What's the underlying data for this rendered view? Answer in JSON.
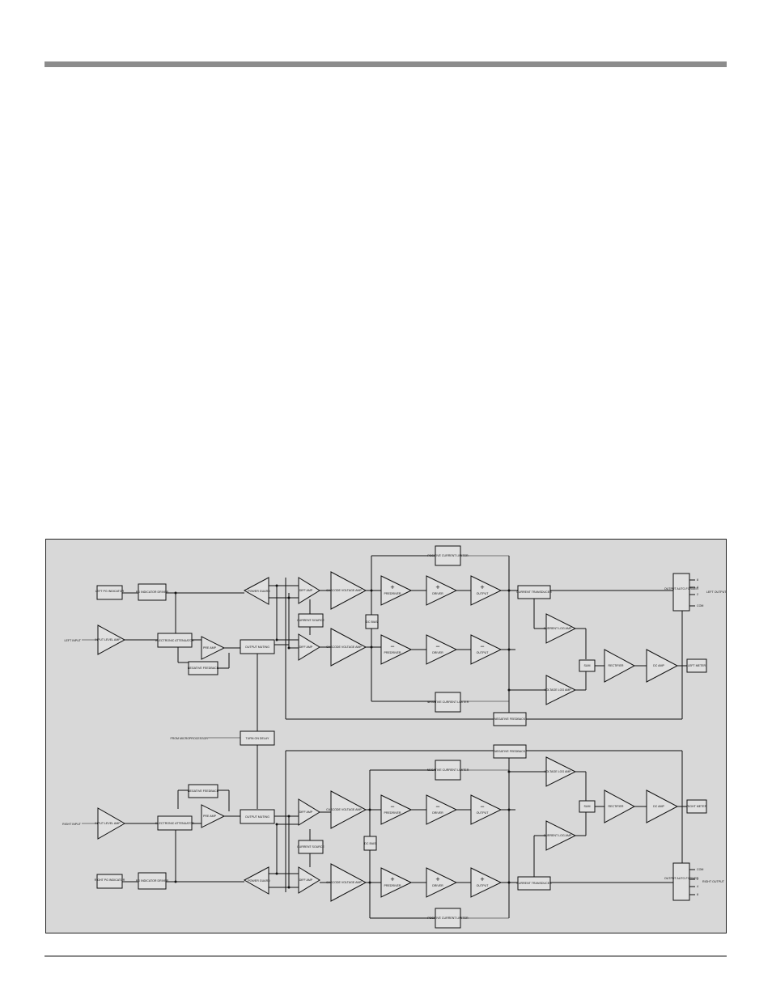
{
  "diagram": {
    "left_channel": {
      "pg_indicator": "LEFT PG INDICATOR",
      "pg_driver": "PG INDICATOR DRIVER",
      "input_label": "LEFT INPUT",
      "input_level_amp": "INPUT LEVEL AMP",
      "electronic_attenuator": "ELECTRONIC ATTENUATOR",
      "pre_amp": "PRE AMP",
      "negative_feedback_pre": "NEGATIVE FEEDBACK",
      "output_muting": "OUTPUT MUTING",
      "power_guard": "POWER GUARD",
      "diff_amp_top": "DIFF AMP",
      "diff_amp_bottom": "DIFF AMP",
      "current_source": "CURRENT SOURCE",
      "cascode_top": "CASCODE VOLTAGE AMP",
      "cascode_bottom": "CASCODE VOLTAGE AMP",
      "dc_bias": "DC BIAS",
      "positive_limiter": "POSITIVE CURRENT LIMITER",
      "negative_limiter": "NEGATIVE CURRENT LIMITER",
      "predriver_pos": "PREDRIVER",
      "driver_pos": "DRIVER",
      "output_pos": "OUTPUT",
      "predriver_neg": "PREDRIVER",
      "driver_neg": "DRIVER",
      "output_neg": "OUTPUT",
      "current_transducer": "CURRENT TRANSDUCER",
      "current_log_amp": "CURRENT LOG AMP",
      "voltage_log_amp": "VOLTAGE LOG AMP",
      "sum": "SUM",
      "rectifier": "RECTIFIER",
      "dc_amp": "DC AMP",
      "meter": "LEFT METER",
      "negative_feedback_main": "NEGATIVE FEEDBACK",
      "autoformer": "OUTPUT AUTO-FORMER",
      "taps": [
        "8",
        "4",
        "2",
        "COM"
      ],
      "output_label": "LEFT OUTPUT"
    },
    "shared": {
      "turn_on_delay": "TURN ON DELAY",
      "from_microprocessor": "FROM MICROPROCESSOR"
    },
    "right_channel": {
      "pg_indicator": "RIGHT PG INDICATOR",
      "pg_driver": "PG INDICATOR DRIVER",
      "input_label": "RIGHT INPUT",
      "input_level_amp": "INPUT LEVEL AMP",
      "electronic_attenuator": "ELECTRONIC ATTENUATOR",
      "pre_amp": "PRE AMP",
      "negative_feedback_pre": "NEGATIVE FEEDBACK",
      "output_muting": "OUTPUT MUTING",
      "power_guard": "POWER GUARD",
      "diff_amp_top": "DIFF AMP",
      "diff_amp_bottom": "DIFF AMP",
      "current_source": "CURRENT SOURCE",
      "cascode_top": "CASCODE VOLTAGE AMP",
      "cascode_bottom": "CASCODE VOLTAGE AMP",
      "dc_bias": "DC BIAS",
      "positive_limiter": "POSITIVE CURRENT LIMITER",
      "negative_limiter": "NEGATIVE CURRENT LIMITER",
      "predriver_pos": "PREDRIVER",
      "driver_pos": "DRIVER",
      "output_pos": "OUTPUT",
      "predriver_neg": "PREDRIVER",
      "driver_neg": "DRIVER",
      "output_neg": "OUTPUT",
      "current_transducer": "CURRENT TRANSDUCER",
      "current_log_amp": "CURRENT LOG AMP",
      "voltage_log_amp": "VOLTAGE LOG AMP",
      "sum": "SUM",
      "rectifier": "RECTIFIER",
      "dc_amp": "DC AMP",
      "meter": "RIGHT METER",
      "negative_feedback_main": "NEGATIVE FEEDBACK",
      "autoformer": "OUTPUT AUTO-FORMER",
      "taps": [
        "COM",
        "2",
        "4",
        "8"
      ],
      "output_label": "RIGHT OUTPUT"
    }
  }
}
